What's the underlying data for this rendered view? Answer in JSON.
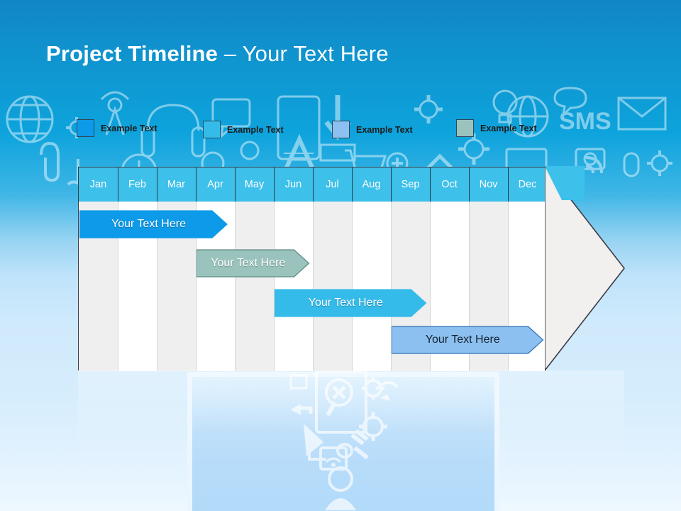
{
  "slide": {
    "title_bold": "Project Timeline",
    "title_dash": " – ",
    "title_rest": "Your Text Here",
    "background_top_color": "#1186c6",
    "background_bottom_color": "#eef8ff"
  },
  "legend": {
    "items": [
      {
        "label": "Example Text",
        "color": "#0d9ae8",
        "name": "legend-swatch-blue"
      },
      {
        "label": "Example Text",
        "color": "#35bbea",
        "name": "legend-swatch-sky"
      },
      {
        "label": "Example Text",
        "color": "#8cc0f0",
        "name": "legend-swatch-light-blue"
      },
      {
        "label": "Example Text",
        "color": "#9ac3bd",
        "name": "legend-swatch-sage"
      }
    ]
  },
  "chart_data": {
    "type": "gantt",
    "title": "Project Timeline",
    "categories": [
      "Jan",
      "Feb",
      "Mar",
      "Apr",
      "May",
      "Jun",
      "Jul",
      "Aug",
      "Sep",
      "Oct",
      "Nov",
      "Dec"
    ],
    "xlabel": "",
    "ylabel": "",
    "grid": true,
    "legend_position": "top",
    "axis_header_color": "#3dc0ea",
    "plot_background": "#f1f0ee",
    "tasks": [
      {
        "label": "Your  Text Here",
        "start_month": "Jan",
        "end_month": "Apr",
        "start_index": 0,
        "span": 3.8,
        "row": 0,
        "color": "#0d9ae8",
        "border": "#0d9ae8",
        "text_color": "#ffffff"
      },
      {
        "label": "Your  Text Here",
        "start_month": "Apr",
        "end_month": "Jun",
        "start_index": 3,
        "span": 2.9,
        "row": 1,
        "color": "#9ac3bd",
        "border": "#5d8a85",
        "text_color": "#ffffff"
      },
      {
        "label": "Your  Text Here",
        "start_month": "Jun",
        "end_month": "Sep",
        "start_index": 5,
        "span": 3.9,
        "row": 2,
        "color": "#35bbea",
        "border": "#35bbea",
        "text_color": "#ffffff"
      },
      {
        "label": "Your  Text Here",
        "start_month": "Sep",
        "end_month": "Dec",
        "start_index": 8,
        "span": 3.9,
        "row": 3,
        "color": "#8cc0f0",
        "border": "#2f6fb5",
        "text_color": "#16222e"
      }
    ]
  }
}
